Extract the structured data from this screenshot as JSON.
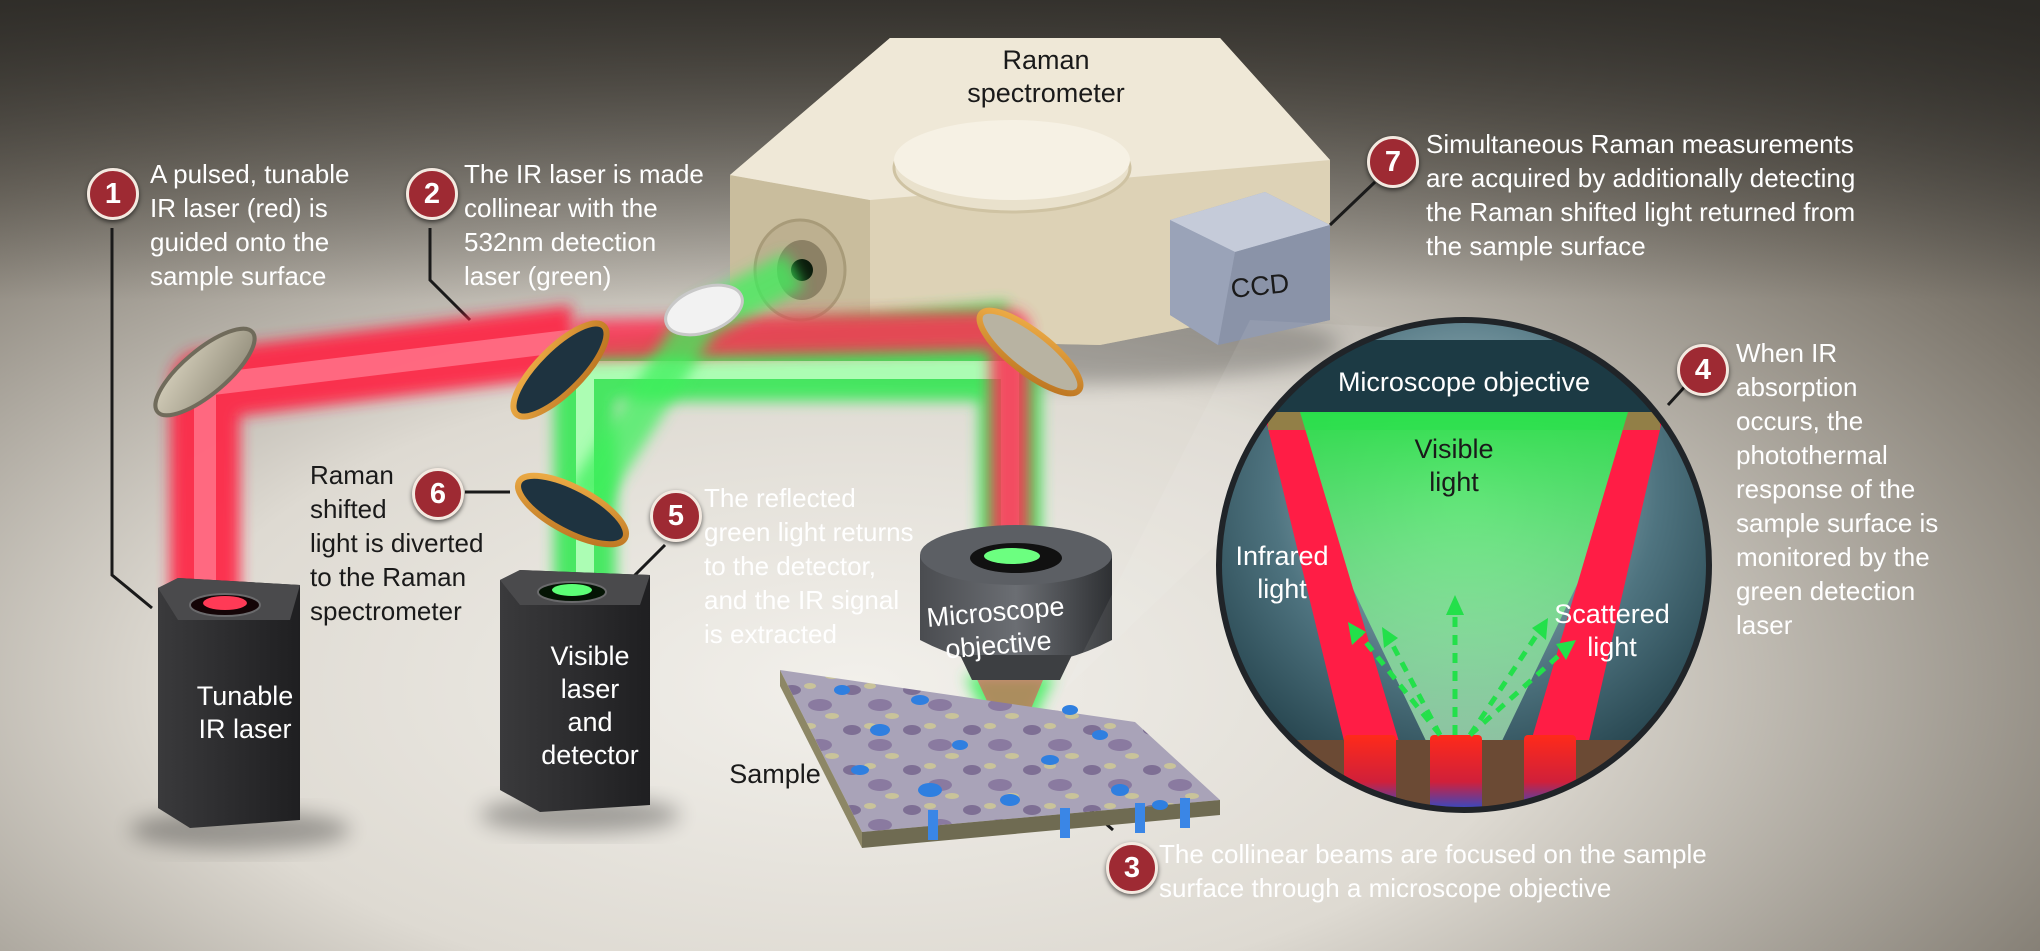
{
  "steps": [
    {
      "number": "1",
      "lines": [
        "A pulsed, tunable",
        "IR laser (red) is",
        "guided onto the",
        "sample surface"
      ]
    },
    {
      "number": "2",
      "lines": [
        "The IR laser is made",
        "collinear with the",
        "532nm detection",
        "laser (green)"
      ]
    },
    {
      "number": "3",
      "lines": [
        "The collinear beams are focused on the sample",
        "surface through a microscope objective"
      ]
    },
    {
      "number": "4",
      "lines": [
        "When IR",
        "absorption",
        "occurs, the",
        "photothermal",
        "response of the",
        "sample surface is",
        "monitored by the",
        "green detection",
        "laser"
      ]
    },
    {
      "number": "5",
      "lines": [
        "The reflected",
        "green light returns",
        "to the detector,",
        "and the IR signal",
        "is extracted"
      ]
    },
    {
      "number": "6",
      "lines": [
        "Raman",
        "shifted",
        "light is diverted",
        "to the Raman",
        "spectrometer"
      ]
    },
    {
      "number": "7",
      "lines": [
        "Simultaneous Raman measurements",
        "are acquired by additionally detecting",
        "the Raman shifted light returned from",
        "the sample surface"
      ]
    }
  ],
  "components": {
    "raman_spectrometer": [
      "Raman",
      "spectrometer"
    ],
    "ccd": "CCD",
    "ir_laser": [
      "Tunable",
      "IR laser"
    ],
    "visible_laser": [
      "Visible",
      "laser",
      "and",
      "detector"
    ],
    "objective": [
      "Microscope",
      "objective"
    ],
    "sample": "Sample"
  },
  "inset": {
    "title": "Microscope objective",
    "visible_light": [
      "Visible",
      "light"
    ],
    "infrared_light": [
      "Infrared",
      "light"
    ],
    "scattered_light": [
      "Scattered",
      "light"
    ]
  },
  "colors": {
    "badge": "#9e2a33",
    "ir_beam": "#ff1f3d",
    "green_beam": "#3df25a",
    "background": "#cfcac0"
  }
}
